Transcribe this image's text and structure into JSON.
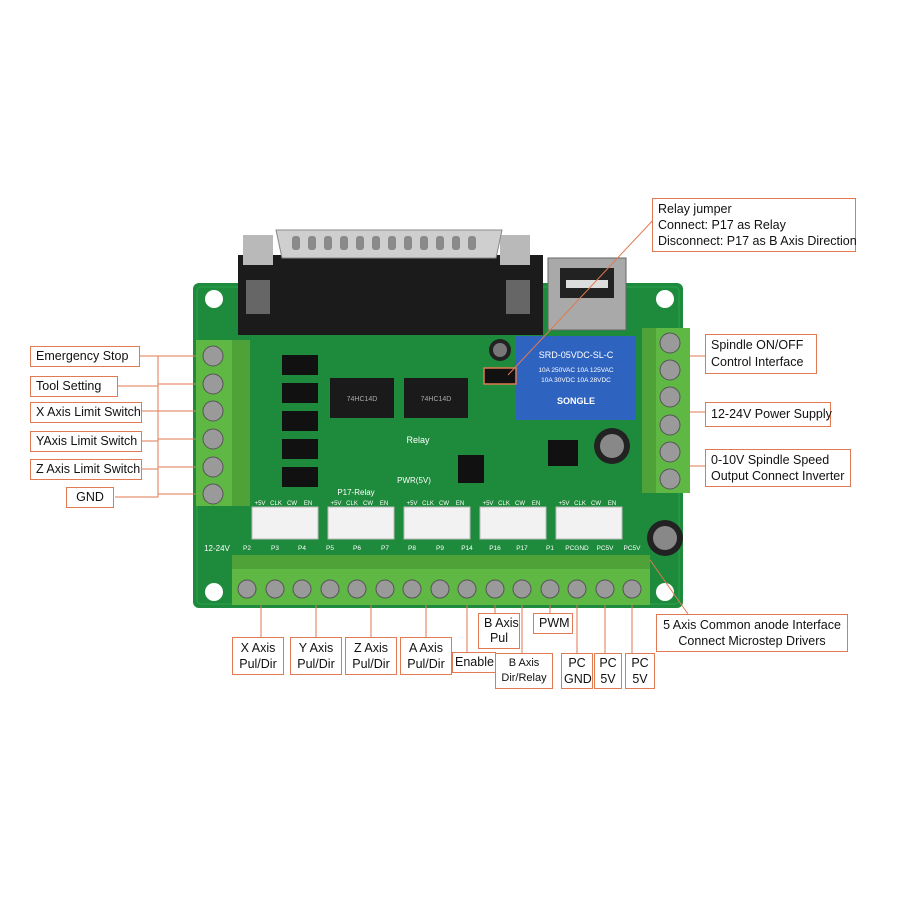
{
  "left_labels": {
    "emergency_stop": "Emergency Stop",
    "tool_setting": "Tool Setting",
    "x_limit": "X Axis Limit Switch",
    "y_limit": "YAxis Limit Switch",
    "z_limit": "Z Axis Limit Switch",
    "gnd": "GND"
  },
  "relay_jumper": {
    "line1": "Relay jumper",
    "line2": "Connect: P17 as Relay",
    "line3": "Disconnect: P17 as B Axis Direction"
  },
  "right_labels": {
    "spindle_onoff_1": "Spindle ON/OFF",
    "spindle_onoff_2": "Control Interface",
    "power_supply": "12-24V Power Supply",
    "spindle_speed_1": "0-10V Spindle Speed",
    "spindle_speed_2": "Output Connect Inverter",
    "common_anode_1": "5 Axis Common anode Interface",
    "common_anode_2": "Connect Microstep Drivers"
  },
  "bottom_labels": {
    "x_axis_1": "X Axis",
    "x_axis_2": "Pul/Dir",
    "y_axis_1": "Y Axis",
    "y_axis_2": "Pul/Dir",
    "z_axis_1": "Z Axis",
    "z_axis_2": "Pul/Dir",
    "a_axis_1": "A Axis",
    "a_axis_2": "Pul/Dir",
    "enable": "Enable",
    "b_axis_pul_1": "B Axis",
    "b_axis_pul_2": "Pul",
    "b_axis_dir_1": "B Axis",
    "b_axis_dir_2": "Dir/Relay",
    "pwm": "PWM",
    "pc_gnd_1": "PC",
    "pc_gnd_2": "GND",
    "pc5v_a_1": "PC",
    "pc5v_a_2": "5V",
    "pc5v_b_1": "PC",
    "pc5v_b_2": "5V"
  },
  "board_text": {
    "v12_24": "12-24V",
    "pwr": "PWR(5V)",
    "relay": "Relay",
    "p17_relay": "P17-Relay",
    "p_labels": [
      "P2",
      "P3",
      "P4",
      "P5",
      "P6",
      "P7",
      "P8",
      "P9",
      "P14",
      "P16",
      "P17",
      "P1",
      "PCGND",
      "PC5V",
      "PC5V"
    ],
    "header_pins": [
      "+5V",
      "CLK",
      "CW",
      "EN"
    ],
    "relay_brand": "SONGLE",
    "relay_model": "SRD-05VDC-SL-C",
    "relay_rating_1": "10A 250VAC  10A 125VAC",
    "relay_rating_2": "10A 30VDC  10A 28VDC",
    "chip_text": "74HC14D"
  },
  "colors": {
    "board_green": "#1e8a3c",
    "terminal_green": "#6cc24a",
    "callout_border": "#e07a52",
    "relay_blue": "#2f63c0"
  }
}
